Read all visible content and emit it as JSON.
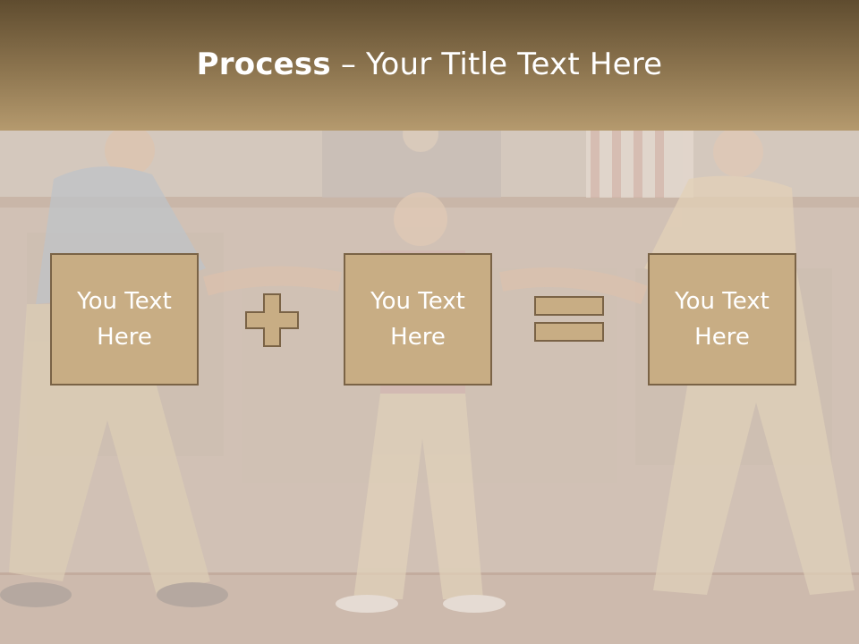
{
  "slide": {
    "title_bold": "Process",
    "title_separator": " – ",
    "title_rest": "Your Title Text Here"
  },
  "boxes": [
    {
      "text": "You Text\nHere"
    },
    {
      "text": "You Text\nHere"
    },
    {
      "text": "You Text\nHere"
    }
  ],
  "operators": [
    "plus-icon",
    "equals-icon"
  ],
  "colors": {
    "title_bar_top": "#5f4c2f",
    "title_bar_bottom": "#b59a6e",
    "box_fill": "#c8ad84",
    "box_border": "#7a6346",
    "text": "#ffffff"
  }
}
